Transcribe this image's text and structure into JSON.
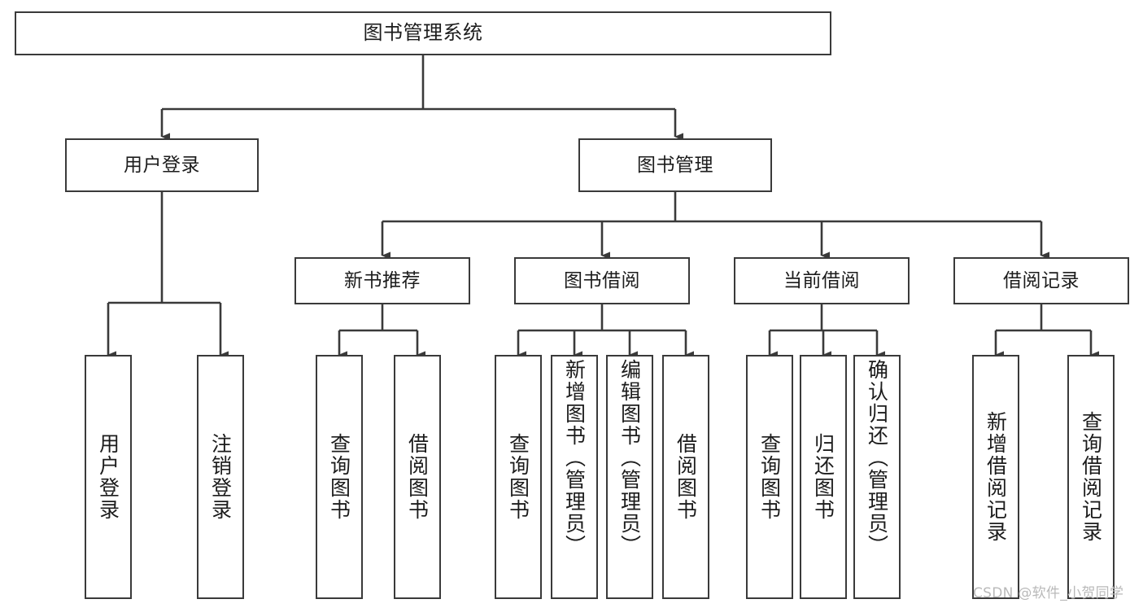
{
  "diagram": {
    "title": "图书管理系统",
    "type": "tree-hierarchy",
    "stroke_color": "#3a3a3a",
    "fill_color": "#ffffff",
    "text_color": "#1c1c1c"
  },
  "watermark": {
    "text": "CSDN @软件_小贺同学",
    "color": "#b9b9b9"
  },
  "nodes": {
    "root": {
      "label": "图书管理系统"
    },
    "level1": [
      {
        "id": "user-login",
        "label": "用户登录"
      },
      {
        "id": "book-management",
        "label": "图书管理"
      }
    ],
    "level2": [
      {
        "id": "new-book-recommend",
        "label": "新书推荐"
      },
      {
        "id": "book-borrow",
        "label": "图书借阅"
      },
      {
        "id": "current-borrow",
        "label": "当前借阅"
      },
      {
        "id": "borrow-record",
        "label": "借阅记录"
      }
    ],
    "leaves": {
      "user_login": [
        {
          "id": "login",
          "label": "用户登录"
        },
        {
          "id": "logout",
          "label": "注销登录"
        }
      ],
      "new_book_recommend": [
        {
          "id": "query-book-1",
          "label": "查询图书"
        },
        {
          "id": "borrow-book-1",
          "label": "借阅图书"
        }
      ],
      "book_borrow": [
        {
          "id": "query-book-2",
          "label": "查询图书"
        },
        {
          "id": "add-book-admin",
          "label": "新增图书（管理员）"
        },
        {
          "id": "edit-book-admin",
          "label": "编辑图书（管理员）"
        },
        {
          "id": "borrow-book-2",
          "label": "借阅图书"
        }
      ],
      "current_borrow": [
        {
          "id": "query-book-3",
          "label": "查询图书"
        },
        {
          "id": "return-book",
          "label": "归还图书"
        },
        {
          "id": "confirm-return-admin",
          "label": "确认归还（管理员）"
        }
      ],
      "borrow_record": [
        {
          "id": "add-borrow-record",
          "label": "新增借阅记录"
        },
        {
          "id": "query-borrow-record",
          "label": "查询借阅记录"
        }
      ]
    }
  },
  "edges": [
    {
      "from": "root",
      "to": "user-login"
    },
    {
      "from": "root",
      "to": "book-management"
    },
    {
      "from": "user-login",
      "to": "login"
    },
    {
      "from": "user-login",
      "to": "logout"
    },
    {
      "from": "book-management",
      "to": "new-book-recommend"
    },
    {
      "from": "book-management",
      "to": "book-borrow"
    },
    {
      "from": "book-management",
      "to": "current-borrow"
    },
    {
      "from": "book-management",
      "to": "borrow-record"
    },
    {
      "from": "new-book-recommend",
      "to": "query-book-1"
    },
    {
      "from": "new-book-recommend",
      "to": "borrow-book-1"
    },
    {
      "from": "book-borrow",
      "to": "query-book-2"
    },
    {
      "from": "book-borrow",
      "to": "add-book-admin"
    },
    {
      "from": "book-borrow",
      "to": "edit-book-admin"
    },
    {
      "from": "book-borrow",
      "to": "borrow-book-2"
    },
    {
      "from": "current-borrow",
      "to": "query-book-3"
    },
    {
      "from": "current-borrow",
      "to": "return-book"
    },
    {
      "from": "current-borrow",
      "to": "confirm-return-admin"
    },
    {
      "from": "borrow-record",
      "to": "add-borrow-record"
    },
    {
      "from": "borrow-record",
      "to": "query-borrow-record"
    }
  ]
}
